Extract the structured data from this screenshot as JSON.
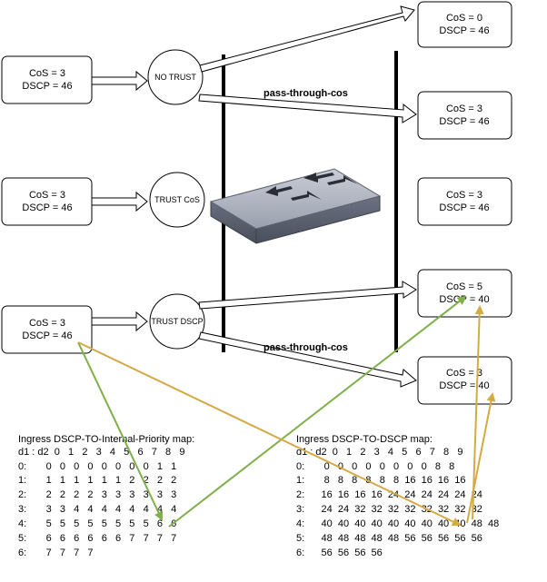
{
  "inputs": [
    {
      "cos": "CoS = 3",
      "dscp": "DSCP = 46"
    },
    {
      "cos": "CoS = 3",
      "dscp": "DSCP = 46"
    },
    {
      "cos": "CoS = 3",
      "dscp": "DSCP = 46"
    }
  ],
  "modes": [
    "NO TRUST",
    "TRUST CoS",
    "TRUST DSCP"
  ],
  "outputs": [
    {
      "cos": "CoS = 0",
      "dscp": "DSCP = 46"
    },
    {
      "cos": "CoS = 3",
      "dscp": "DSCP = 46"
    },
    {
      "cos": "CoS = 3",
      "dscp": "DSCP = 46"
    },
    {
      "cos": "CoS = 5",
      "dscp": "DSCP = 40"
    },
    {
      "cos": "CoS = 3",
      "dscp": "DSCP = 40"
    }
  ],
  "passthrough_label_1": "pass-through-cos",
  "passthrough_label_2": "pass-through-cos",
  "map_internal": {
    "title": "Ingress DSCP-TO-Internal-Priority map:",
    "header": "d1 : d2  0   1   2   3   4   5   6   7   8   9",
    "rows": [
      "0:       0   0   0   0   0   0   0   0   1   1",
      "1:       1   1   1   1   1   1   2   2   2   2",
      "2:       2   2   2   2   3   3   3   3   3   3",
      "3:       3   3   4   4   4   4   4   4   4   4",
      "4:       5   5   5   5   5   5   5   5   6   6",
      "5:       6   6   6   6   6   6   7   7   7   7",
      "6:       7   7   7   7"
    ]
  },
  "map_dscp": {
    "title": "Ingress DSCP-TO-DSCP map:",
    "header": "d1 : d2  0   1   2   3   4   5   6   7   8   9",
    "rows": [
      "0:       0   0   0   0   0   0   0   0   8   8",
      "1:       8   8   8   8   8   8  16  16  16  16",
      "2:      16  16  16  16  24  24  24  24  24  24",
      "3:      24  24  32  32  32  32  32  32  32  32",
      "4:      40  40  40  40  40  40  40  40  40  48  48",
      "5:      48  48  48  48  48  56  56  56  56  56",
      "6:      56  56  56  56"
    ]
  },
  "colors": {
    "green": "#7fb04a",
    "gold": "#d4aa45",
    "outline": "#000000"
  }
}
